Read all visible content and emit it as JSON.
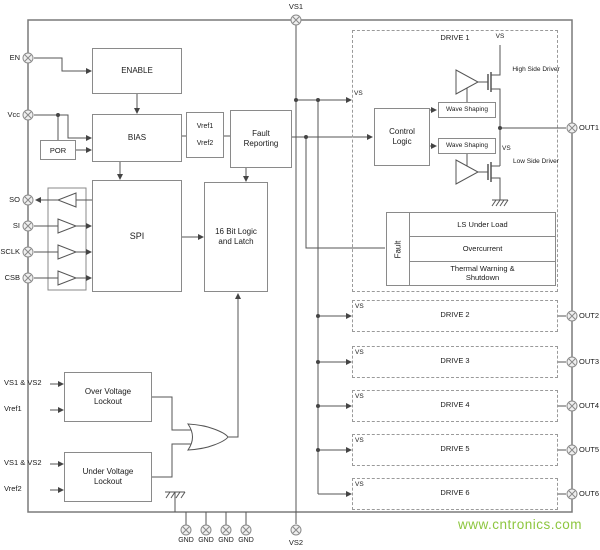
{
  "pins": {
    "vs1": "VS1",
    "vs2": "VS2",
    "en": "EN",
    "vcc": "Vcc",
    "so": "SO",
    "si": "SI",
    "sclk": "SCLK",
    "csb": "CSB",
    "gnd": "GND",
    "out1": "OUT1",
    "out2": "OUT2",
    "out3": "OUT3",
    "out4": "OUT4",
    "out5": "OUT5",
    "out6": "OUT6"
  },
  "labels": {
    "vs": "VS",
    "vs1_vs2": "VS1 & VS2",
    "vref1": "Vref1",
    "vref2": "Vref2"
  },
  "blocks": {
    "enable": "ENABLE",
    "bias": "BIAS",
    "por": "POR",
    "fault_reporting": "Fault Reporting",
    "spi": "SPI",
    "logic_latch": "16 Bit Logic and Latch",
    "over_voltage": "Over Voltage Lockout",
    "under_voltage": "Under Voltage Lockout",
    "control_logic": "Control Logic",
    "wave_shaping": "Wave Shaping",
    "high_side_driver": "High Side Driver",
    "low_side_driver": "Low Side Driver"
  },
  "fault_block": {
    "title": "Fault",
    "rows": [
      "LS Under Load",
      "Overcurrent",
      "Thermal Warning & Shutdown"
    ]
  },
  "drives": [
    {
      "label": "DRIVE 1"
    },
    {
      "label": "DRIVE 2"
    },
    {
      "label": "DRIVE 3"
    },
    {
      "label": "DRIVE 4"
    },
    {
      "label": "DRIVE 5"
    },
    {
      "label": "DRIVE 6"
    }
  ],
  "watermark": {
    "text": "www.cntronics.com",
    "color": "#8dc63f"
  }
}
